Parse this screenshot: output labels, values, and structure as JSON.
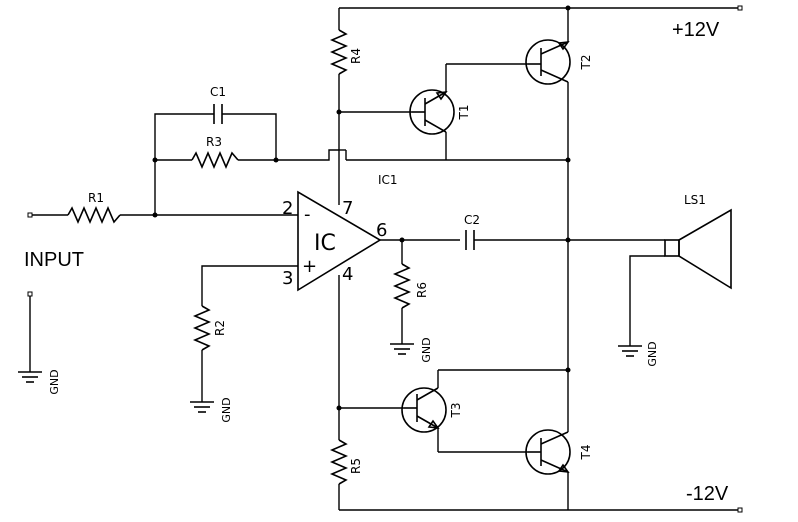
{
  "power": {
    "positive": "+12V",
    "negative": "-12V"
  },
  "input_label": "INPUT",
  "opamp": {
    "body": "IC",
    "ref": "IC1",
    "pin_inverting": "2",
    "pin_noninverting": "3",
    "pin_output": "6",
    "pin_vplus": "7",
    "pin_vminus": "4",
    "sign_minus": "-",
    "sign_plus": "+"
  },
  "resistors": [
    "R1",
    "R2",
    "R3",
    "R4",
    "R5",
    "R6"
  ],
  "capacitors": [
    "C1",
    "C2"
  ],
  "transistors": [
    "T1",
    "T2",
    "T3",
    "T4"
  ],
  "speaker": "LS1",
  "ground_label": "GND"
}
